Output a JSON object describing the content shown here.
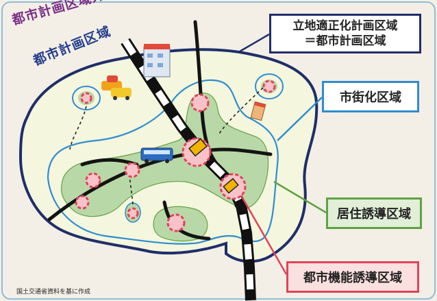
{
  "labels": {
    "outside_planning_area": "都市計画区域外",
    "planning_area": "都市計画区域"
  },
  "boxes": {
    "site_optimization_line1": "立地適正化計画区域",
    "site_optimization_line2": "＝都市計画区域",
    "urbanization_area": "市街化区域",
    "residential_guidance_area": "居住誘導区域",
    "urban_function_guidance_area": "都市機能誘導区域"
  },
  "source": "国土交通省資料を基に作成",
  "colors": {
    "planning_area_fill": "#f4f6dd",
    "planning_border": "#1f2e6a",
    "urbanization_border": "#2e8ccf",
    "residential_fill": "#b9d8a7",
    "function_center": "#e2425a",
    "rail": "#111111"
  },
  "icons": [
    "car-icon",
    "bus-icon",
    "train-station-icon",
    "shop-icon",
    "building-icon"
  ]
}
